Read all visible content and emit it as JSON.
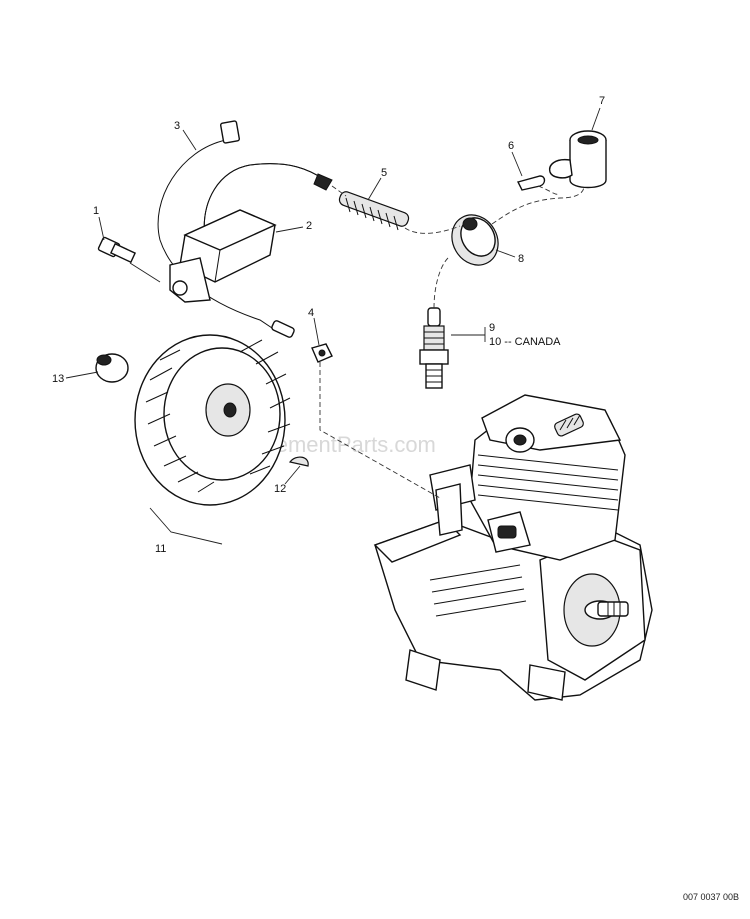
{
  "callouts": [
    {
      "id": "1",
      "text": "1"
    },
    {
      "id": "2",
      "text": "2"
    },
    {
      "id": "3",
      "text": "3"
    },
    {
      "id": "4",
      "text": "4"
    },
    {
      "id": "5",
      "text": "5"
    },
    {
      "id": "6",
      "text": "6"
    },
    {
      "id": "7",
      "text": "7"
    },
    {
      "id": "8",
      "text": "8"
    },
    {
      "id": "9",
      "text": "9"
    },
    {
      "id": "10",
      "text": "10 -- CANADA"
    },
    {
      "id": "11",
      "text": "11"
    },
    {
      "id": "12",
      "text": "12"
    },
    {
      "id": "13",
      "text": "13"
    }
  ],
  "watermark": "eReplacementParts.com",
  "diagram_code": "007 0037 00B"
}
